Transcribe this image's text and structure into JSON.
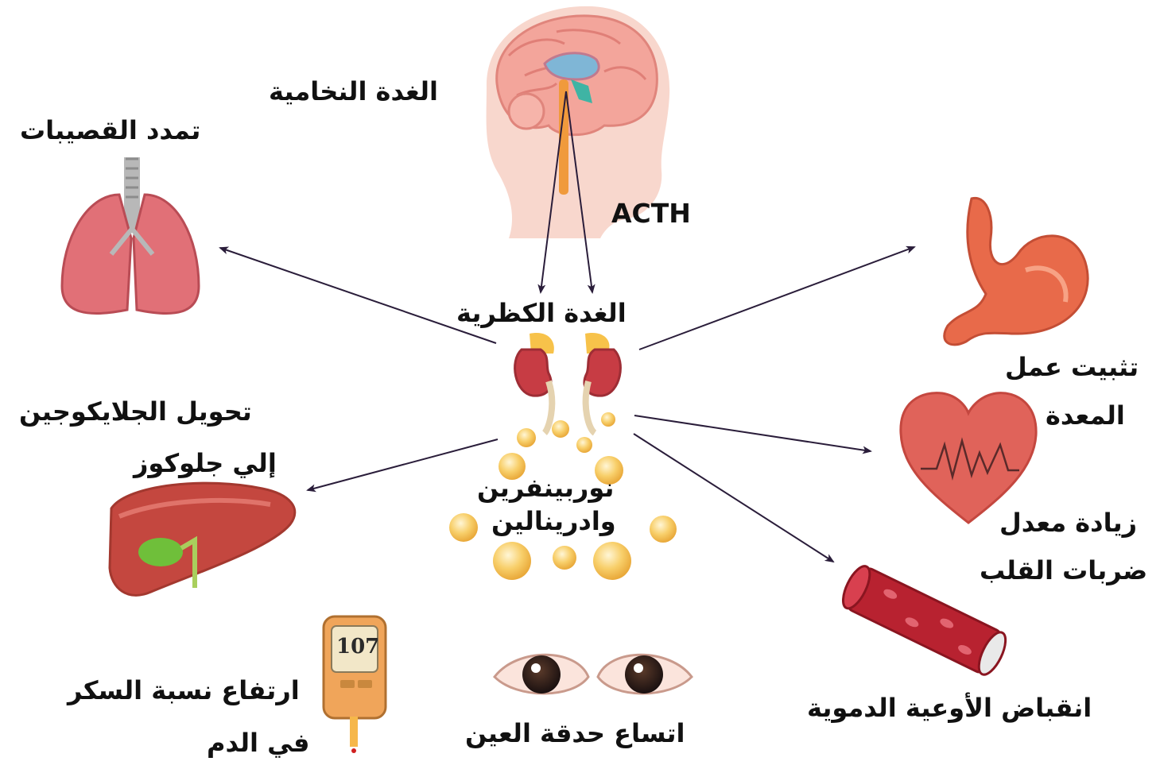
{
  "labels": {
    "pituitary": "الغدة النخامية",
    "acth": "ACTH",
    "adrenal": "الغدة الكظرية",
    "hormones_line1": "نوربينفرين",
    "hormones_line2": "وادرينالين",
    "bronchi": "تمدد القصيبات",
    "glycogen_line1": "تحويل الجلايكوجين",
    "glycogen_line2": "إلي جلوكوز",
    "sugar_line1": "ارتفاع نسبة السكر",
    "sugar_line2": "في الدم",
    "pupil": "اتساع حدقة العين",
    "stomach_line1": "تثبيت عمل",
    "stomach_line2": "المعدة",
    "heart_line1": "زيادة معدل",
    "heart_line2": "ضربات القلب",
    "vessels": "انقباض الأوعية الدموية"
  },
  "glucometer_reading": "107",
  "icons": [
    "brain-head-icon",
    "lungs-icon",
    "liver-icon",
    "glucometer-icon",
    "eyes-icon",
    "adrenal-kidneys-icon",
    "stomach-icon",
    "heart-icon",
    "blood-vessel-icon"
  ],
  "colors": {
    "organ_red": "#c8434a",
    "organ_pink": "#ef8a82",
    "head_skin": "#f6d0c6",
    "hormone_gold": "#f6c04f",
    "arrow": "#2a1d3a"
  }
}
